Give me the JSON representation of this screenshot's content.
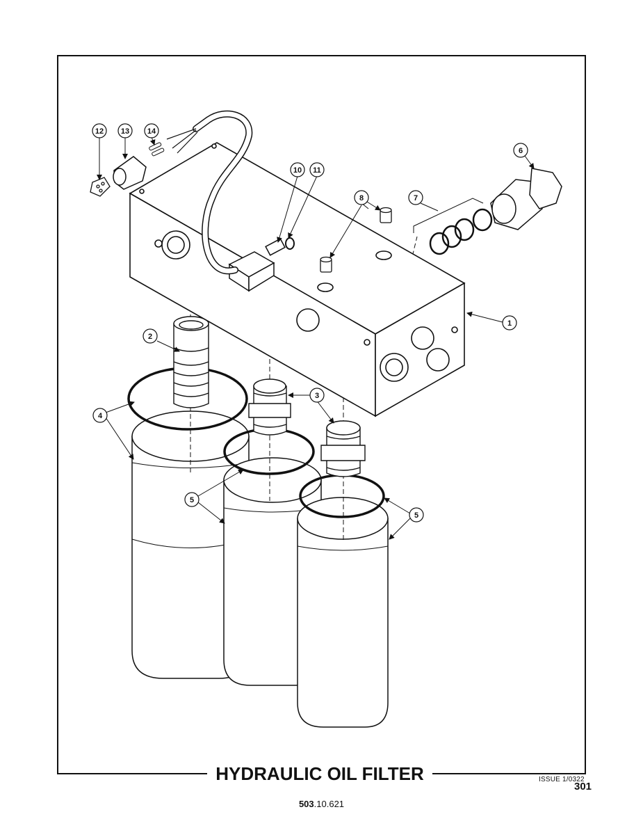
{
  "title": "HYDRAULIC OIL FILTER",
  "issue": "ISSUE 1/0322",
  "page_number": "301",
  "doc_number_bold": "503",
  "doc_number_rest": ".10.621",
  "callouts": {
    "c1": "1",
    "c2": "2",
    "c3": "3",
    "c4": "4",
    "c5a": "5",
    "c5b": "5",
    "c6": "6",
    "c7": "7",
    "c8": "8",
    "c10": "10",
    "c11": "11",
    "c12": "12",
    "c13": "13",
    "c14": "14"
  }
}
